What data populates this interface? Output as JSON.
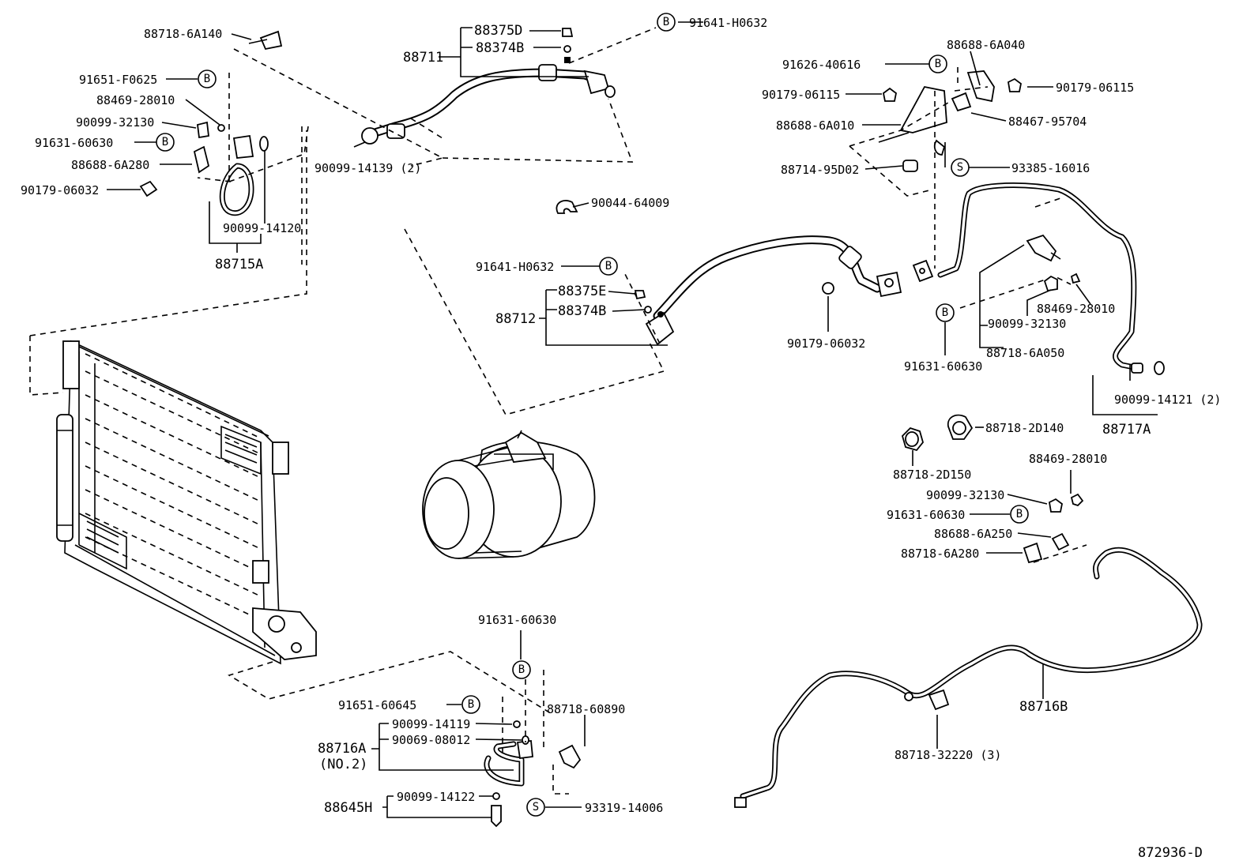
{
  "diagram_id": "872936-D",
  "markers": {
    "b": "B",
    "s": "S"
  },
  "labels": {
    "p88718_6A140": "88718-6A140",
    "p88711": "88711",
    "p88375D": "88375D",
    "p88374B_top": "88374B",
    "p91641_H0632_top": "91641-H0632",
    "p91651_F0625": "91651-F0625",
    "p88469_28010_left": "88469-28010",
    "p90099_32130_left": "90099-32130",
    "p91631_60630_left": "91631-60630",
    "p88688_6A280": "88688-6A280",
    "p90179_06032_left": "90179-06032",
    "p90099_14139": "90099-14139 (2)",
    "p90099_14120": "90099-14120",
    "p88715A": "88715A",
    "p90044_64009": "90044-64009",
    "p91641_H0632_mid": "91641-H0632",
    "p88375E": "88375E",
    "p88374B_mid": "88374B",
    "p88712": "88712",
    "p91626_40616": "91626-40616",
    "p88688_6A040": "88688-6A040",
    "p90179_06115_left": "90179-06115",
    "p90179_06115_right": "90179-06115",
    "p88688_6A010": "88688-6A010",
    "p88467_95704": "88467-95704",
    "p88714_95D02": "88714-95D02",
    "p93385_16016": "93385-16016",
    "p90179_06032_mid": "90179-06032",
    "p88469_28010_right": "88469-28010",
    "p90099_32130_right": "90099-32130",
    "p88718_6A050": "88718-6A050",
    "p91631_60630_right": "91631-60630",
    "p90099_14121": "90099-14121 (2)",
    "p88717A": "88717A",
    "p88718_2D140": "88718-2D140",
    "p88718_2D150": "88718-2D150",
    "p88469_28010_low": "88469-28010",
    "p90099_32130_low": "90099-32130",
    "p91631_60630_low": "91631-60630",
    "p88688_6A250": "88688-6A250",
    "p88718_6A280": "88718-6A280",
    "p91631_60630_bottom": "91631-60630",
    "p91651_60645": "91651-60645",
    "p88718_60890": "88718-60890",
    "p90099_14119": "90099-14119",
    "p88716A": "88716A",
    "p90069_08012": "90069-08012",
    "p88716A_no2": "(NO.2)",
    "p90099_14122": "90099-14122",
    "p88645H": "88645H",
    "p93319_14006": "93319-14006",
    "p88716B": "88716B",
    "p88718_32220": "88718-32220 (3)"
  }
}
